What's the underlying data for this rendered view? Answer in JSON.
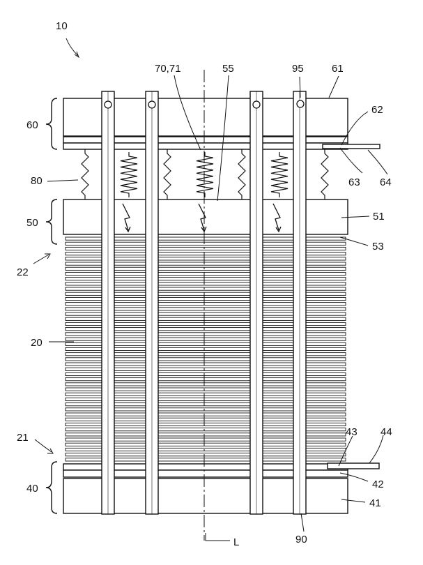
{
  "labels": {
    "assembly": "10",
    "springs_pair": "70,71",
    "spring_ref": "55",
    "pin": "95",
    "top_plate": "61",
    "upper_group": "60",
    "layer_62": "62",
    "springs": "80",
    "contact_63": "63",
    "terminal_64": "64",
    "middle_group": "50",
    "middle_plate": "51",
    "cell_edge": "53",
    "stack_top": "22",
    "stack": "20",
    "stack_bottom": "21",
    "contact_43": "43",
    "terminal_44": "44",
    "lower_group": "40",
    "layer_42": "42",
    "bottom_plate": "41",
    "axis": "L",
    "rod": "90"
  }
}
